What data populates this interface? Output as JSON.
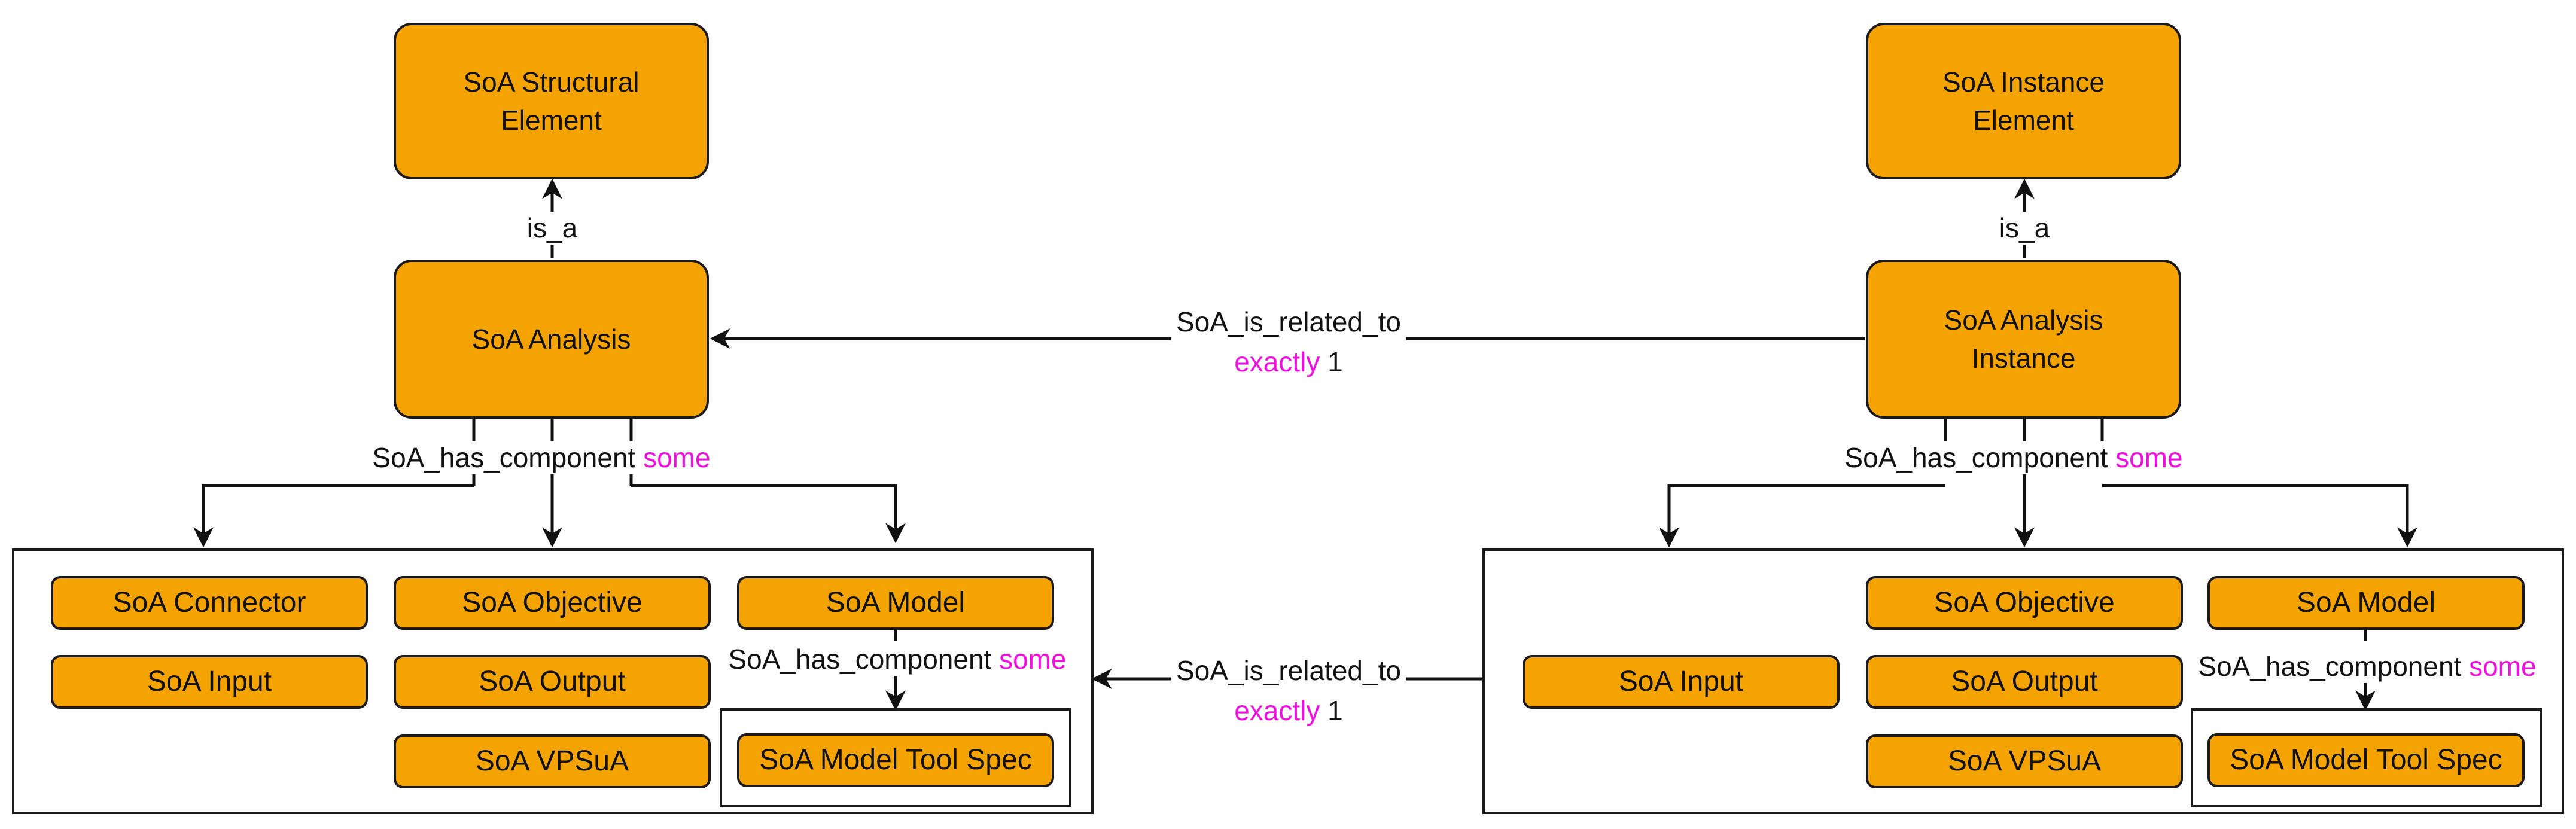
{
  "left": {
    "top_element": "SoA Structural\nElement",
    "is_a": "is_a",
    "analysis": "SoA Analysis",
    "has_component": "SoA_has_component",
    "some": "some",
    "connector": "SoA Connector",
    "objective": "SoA Objective",
    "model": "SoA Model",
    "input": "SoA Input",
    "output": "SoA Output",
    "vpsua": "SoA VPSuA",
    "model_has_component": "SoA_has_component",
    "model_some": "some",
    "model_tool_spec": "SoA Model Tool Spec"
  },
  "right": {
    "top_element": "SoA Instance\nElement",
    "is_a": "is_a",
    "analysis": "SoA Analysis\nInstance",
    "has_component": "SoA_has_component",
    "some": "some",
    "objective": "SoA Objective",
    "model": "SoA Model",
    "input": "SoA Input",
    "output": "SoA Output",
    "vpsua": "SoA VPSuA",
    "model_has_component": "SoA_has_component",
    "model_some": "some",
    "model_tool_spec": "SoA Model Tool Spec"
  },
  "relation_top": {
    "name": "SoA_is_related_to",
    "quantifier": "exactly",
    "count": "1"
  },
  "relation_bottom": {
    "name": "SoA_is_related_to",
    "quantifier": "exactly",
    "count": "1"
  },
  "colors": {
    "node_fill": "#f5a300",
    "stroke": "#1a1a1a",
    "quantifier": "#ee11dd"
  }
}
